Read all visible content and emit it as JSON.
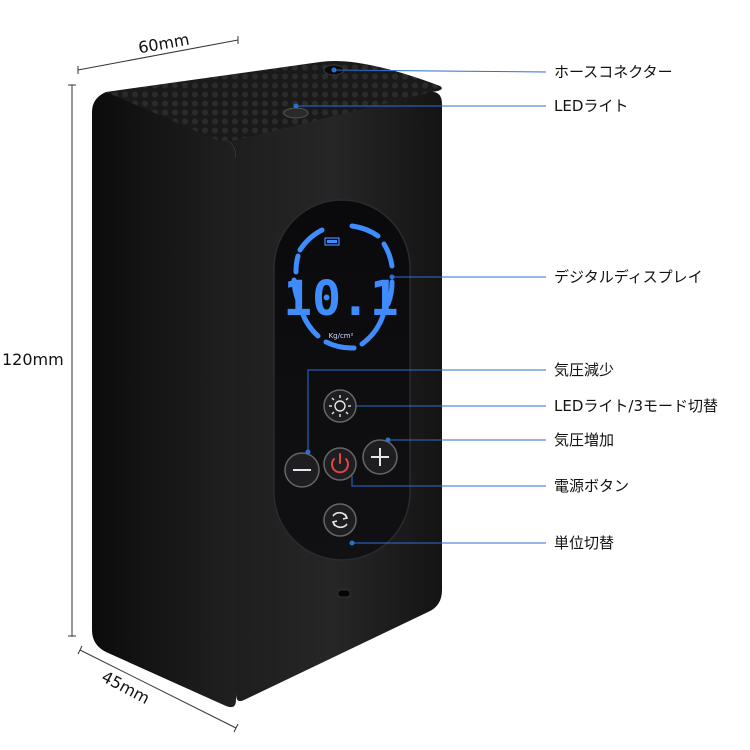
{
  "dimensions": {
    "width": "60mm",
    "height": "120mm",
    "depth": "45mm"
  },
  "display": {
    "reading": "10.1",
    "unit": "Kg/cm²"
  },
  "callouts": {
    "hose_connector": "ホースコネクター",
    "led_light": "LEDライト",
    "digital_display": "デジタルディスプレイ",
    "pressure_down": "気圧減少",
    "led_mode_switch": "LEDライト/3モード切替",
    "pressure_up": "気圧増加",
    "power_button": "電源ボタン",
    "unit_switch": "単位切替"
  },
  "colors": {
    "callout_line": "#2a6fd6",
    "display_blue": "#3f8cff",
    "power_red": "#e0463c",
    "body": "#151515"
  },
  "icons": [
    "led-mode-icon",
    "minus-icon",
    "power-icon",
    "plus-icon",
    "unit-switch-icon"
  ]
}
